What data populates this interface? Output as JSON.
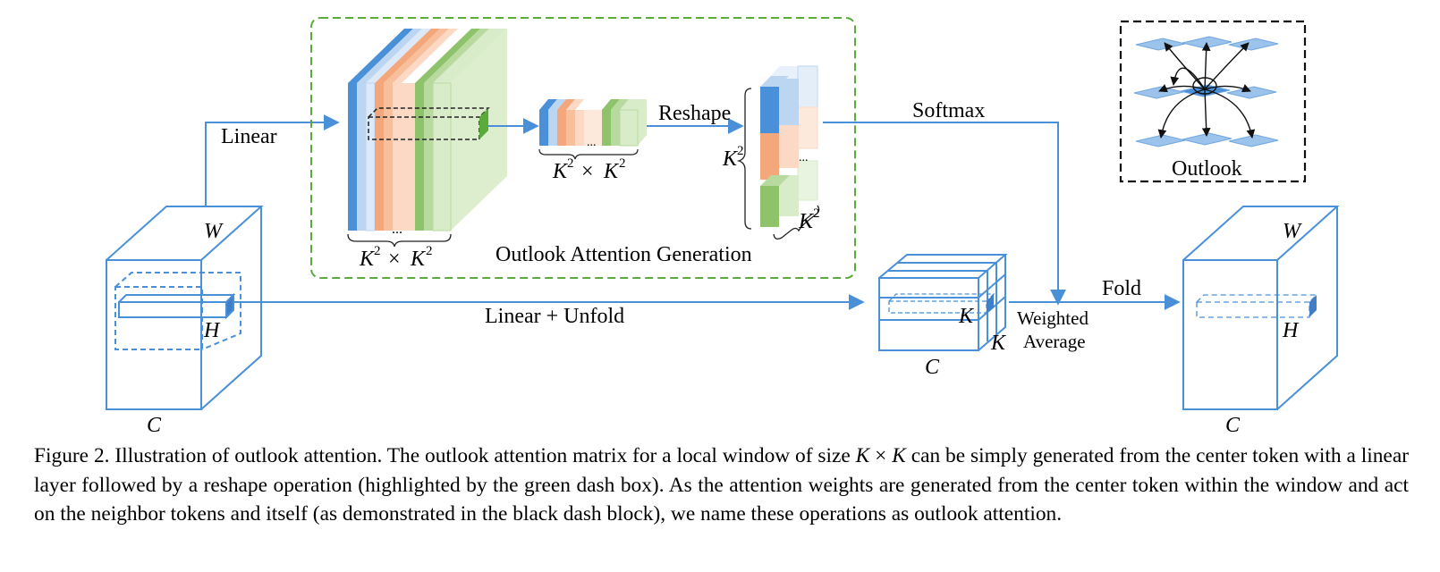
{
  "figure": {
    "labels": {
      "linear": "Linear",
      "reshape": "Reshape",
      "softmax": "Softmax",
      "outlook_attention_generation": "Outlook Attention Generation",
      "linear_unfold": "Linear + Unfold",
      "fold": "Fold",
      "weighted": "Weighted",
      "average": "Average",
      "outlook": "Outlook",
      "ellipsis": "..."
    },
    "dims": {
      "W": "W",
      "H": "H",
      "C": "C",
      "K": "K",
      "K2": "K",
      "sup2": "2",
      "times": "×"
    },
    "colors": {
      "blue_line": "#4a90d9",
      "blue_dark": "#3f7fc9",
      "blue_light": "#bcd6f2",
      "orange": "#f3a77a",
      "orange_light": "#fbd9c4",
      "green": "#8ec26b",
      "green_light": "#d9ecc9",
      "green_dash": "#5aab3c",
      "plane_blue": "#9cc3ec"
    }
  },
  "caption": {
    "prefix": "Figure 2. Illustration of outlook attention. The outlook attention matrix for a local window of size ",
    "k1": "K",
    "times": " × ",
    "k2": "K",
    "rest": " can be simply generated from the center token with a linear layer followed by a reshape operation (highlighted by the green dash box). As the attention weights are generated from the center token within the window and act on the neighbor tokens and itself (as demonstrated in the black dash block), we name these operations as outlook attention."
  }
}
